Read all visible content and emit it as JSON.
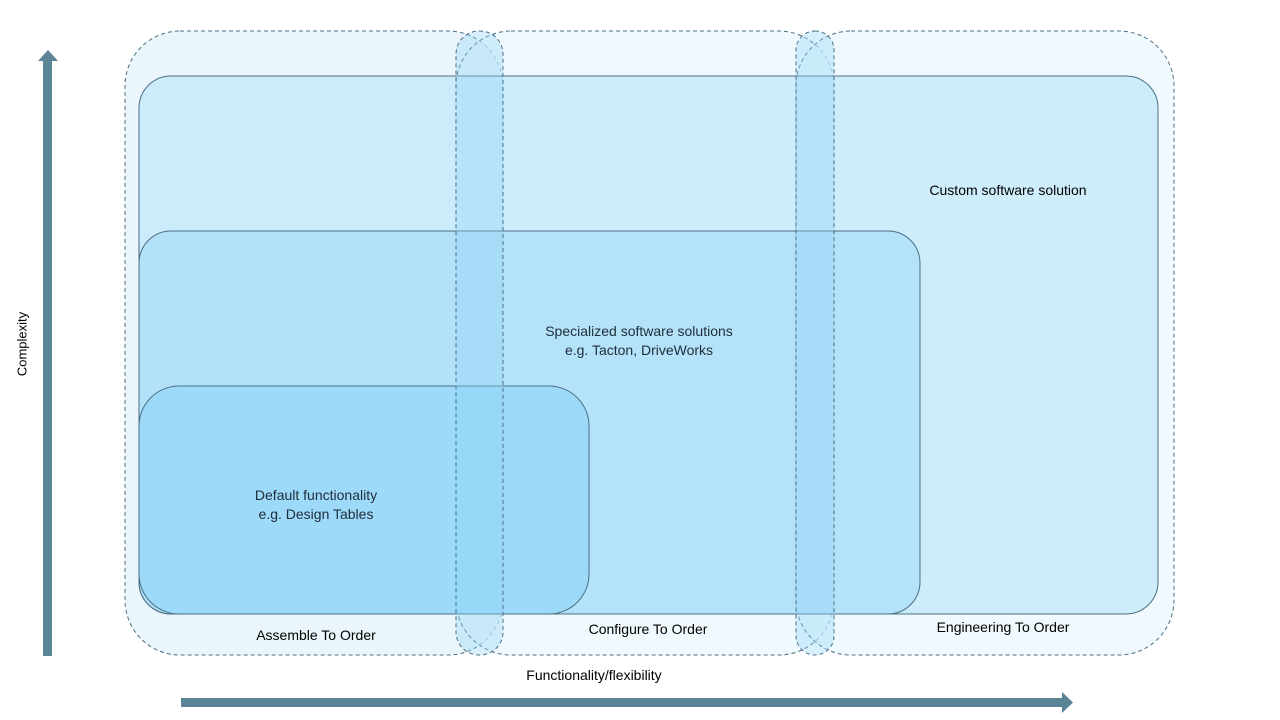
{
  "axes": {
    "x_label": "Functionality/flexibility",
    "y_label": "Complexity",
    "arrow_color": "#5b8496"
  },
  "categories": [
    {
      "label": "Assemble To Order"
    },
    {
      "label": "Configure To Order"
    },
    {
      "label": "Engineering To Order"
    }
  ],
  "solutions": {
    "custom": {
      "line1": "Custom software solution"
    },
    "specialized": {
      "line1": "Specialized software solutions",
      "line2": "e.g. Tacton, DriveWorks"
    },
    "default": {
      "line1": "Default functionality",
      "line2": "e.g. Design Tables"
    }
  },
  "colors": {
    "category_fill": "#e3f4fb",
    "solution_fill_light": "#c8eafa",
    "solution_fill_mid": "#ade2fb",
    "solution_fill_dark": "#9adcfb",
    "stroke": "#4a6f85"
  }
}
